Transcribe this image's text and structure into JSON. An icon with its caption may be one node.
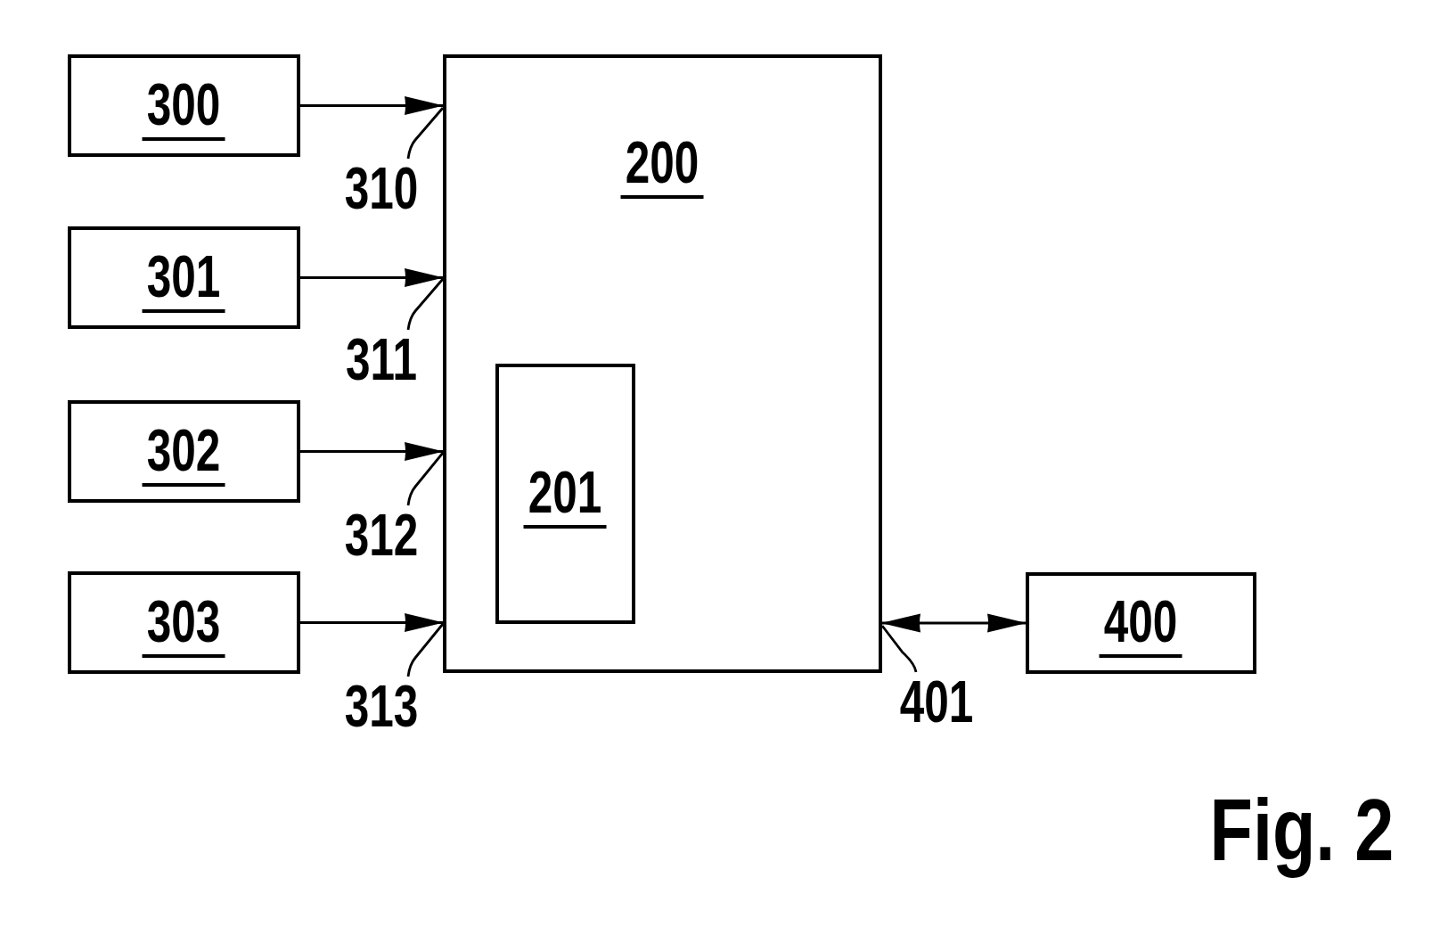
{
  "diagram": {
    "nodes": [
      {
        "text": [
          "300"
        ]
      },
      {
        "text": [
          "301"
        ]
      },
      {
        "text": [
          "302"
        ]
      },
      {
        "text": [
          "303"
        ]
      },
      {
        "text": [
          "200"
        ]
      },
      {
        "text": [
          "201"
        ],
        "in": 4
      },
      {
        "text": [
          "400"
        ]
      },
      {
        "text": [
          "310"
        ]
      },
      {
        "text": [
          "311"
        ]
      },
      {
        "text": [
          "312"
        ]
      },
      {
        "text": [
          "313"
        ]
      },
      {
        "text": [
          "401"
        ]
      }
    ],
    "edges": [
      {
        "from": 0,
        "to": 4,
        "arrow": "to"
      },
      {
        "from": 1,
        "to": 4,
        "arrow": "to"
      },
      {
        "from": 2,
        "to": 4,
        "arrow": "to"
      },
      {
        "from": 3,
        "to": 4,
        "arrow": "to"
      },
      {
        "from": 4,
        "to": 6,
        "arrow": "both"
      },
      {
        "from": 7,
        "to": 4,
        "arrow": "none"
      },
      {
        "from": 8,
        "to": 4,
        "arrow": "none"
      },
      {
        "from": 9,
        "to": 4,
        "arrow": "none"
      },
      {
        "from": 10,
        "to": 4,
        "arrow": "none"
      },
      {
        "from": 11,
        "to": 4,
        "arrow": "none"
      }
    ],
    "labels": [
      "Fig. 2"
    ]
  }
}
